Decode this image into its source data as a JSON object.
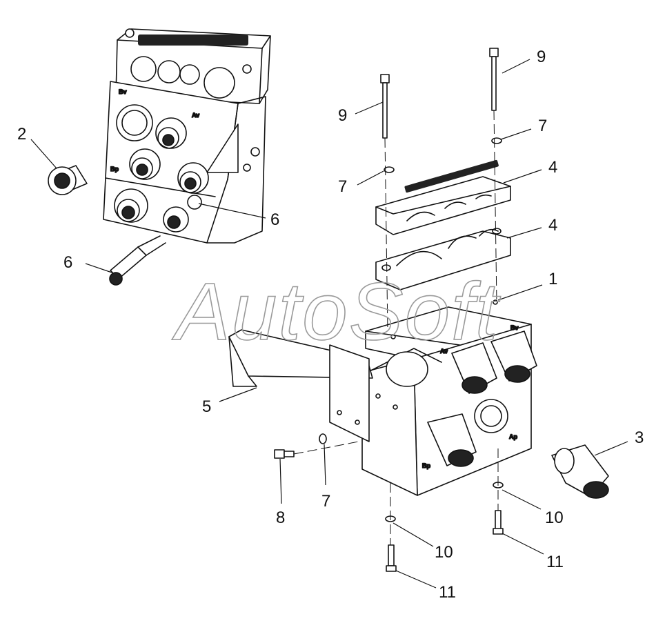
{
  "watermark": "AutoSoft",
  "callouts": [
    "1",
    "2",
    "3",
    "4",
    "4",
    "5",
    "6",
    "6",
    "7",
    "7",
    "7",
    "8",
    "9",
    "9",
    "10",
    "10",
    "11",
    "11"
  ],
  "port_labels": {
    "upper_bv": "Bv",
    "upper_av": "Av",
    "upper_bp": "Bp",
    "lower_av": "Av",
    "lower_bv": "Bv",
    "lower_ap": "Ap",
    "lower_bp": "Bp"
  },
  "colors": {
    "line": "#111111",
    "watermark": "#9a9a9a",
    "background": "#ffffff"
  }
}
